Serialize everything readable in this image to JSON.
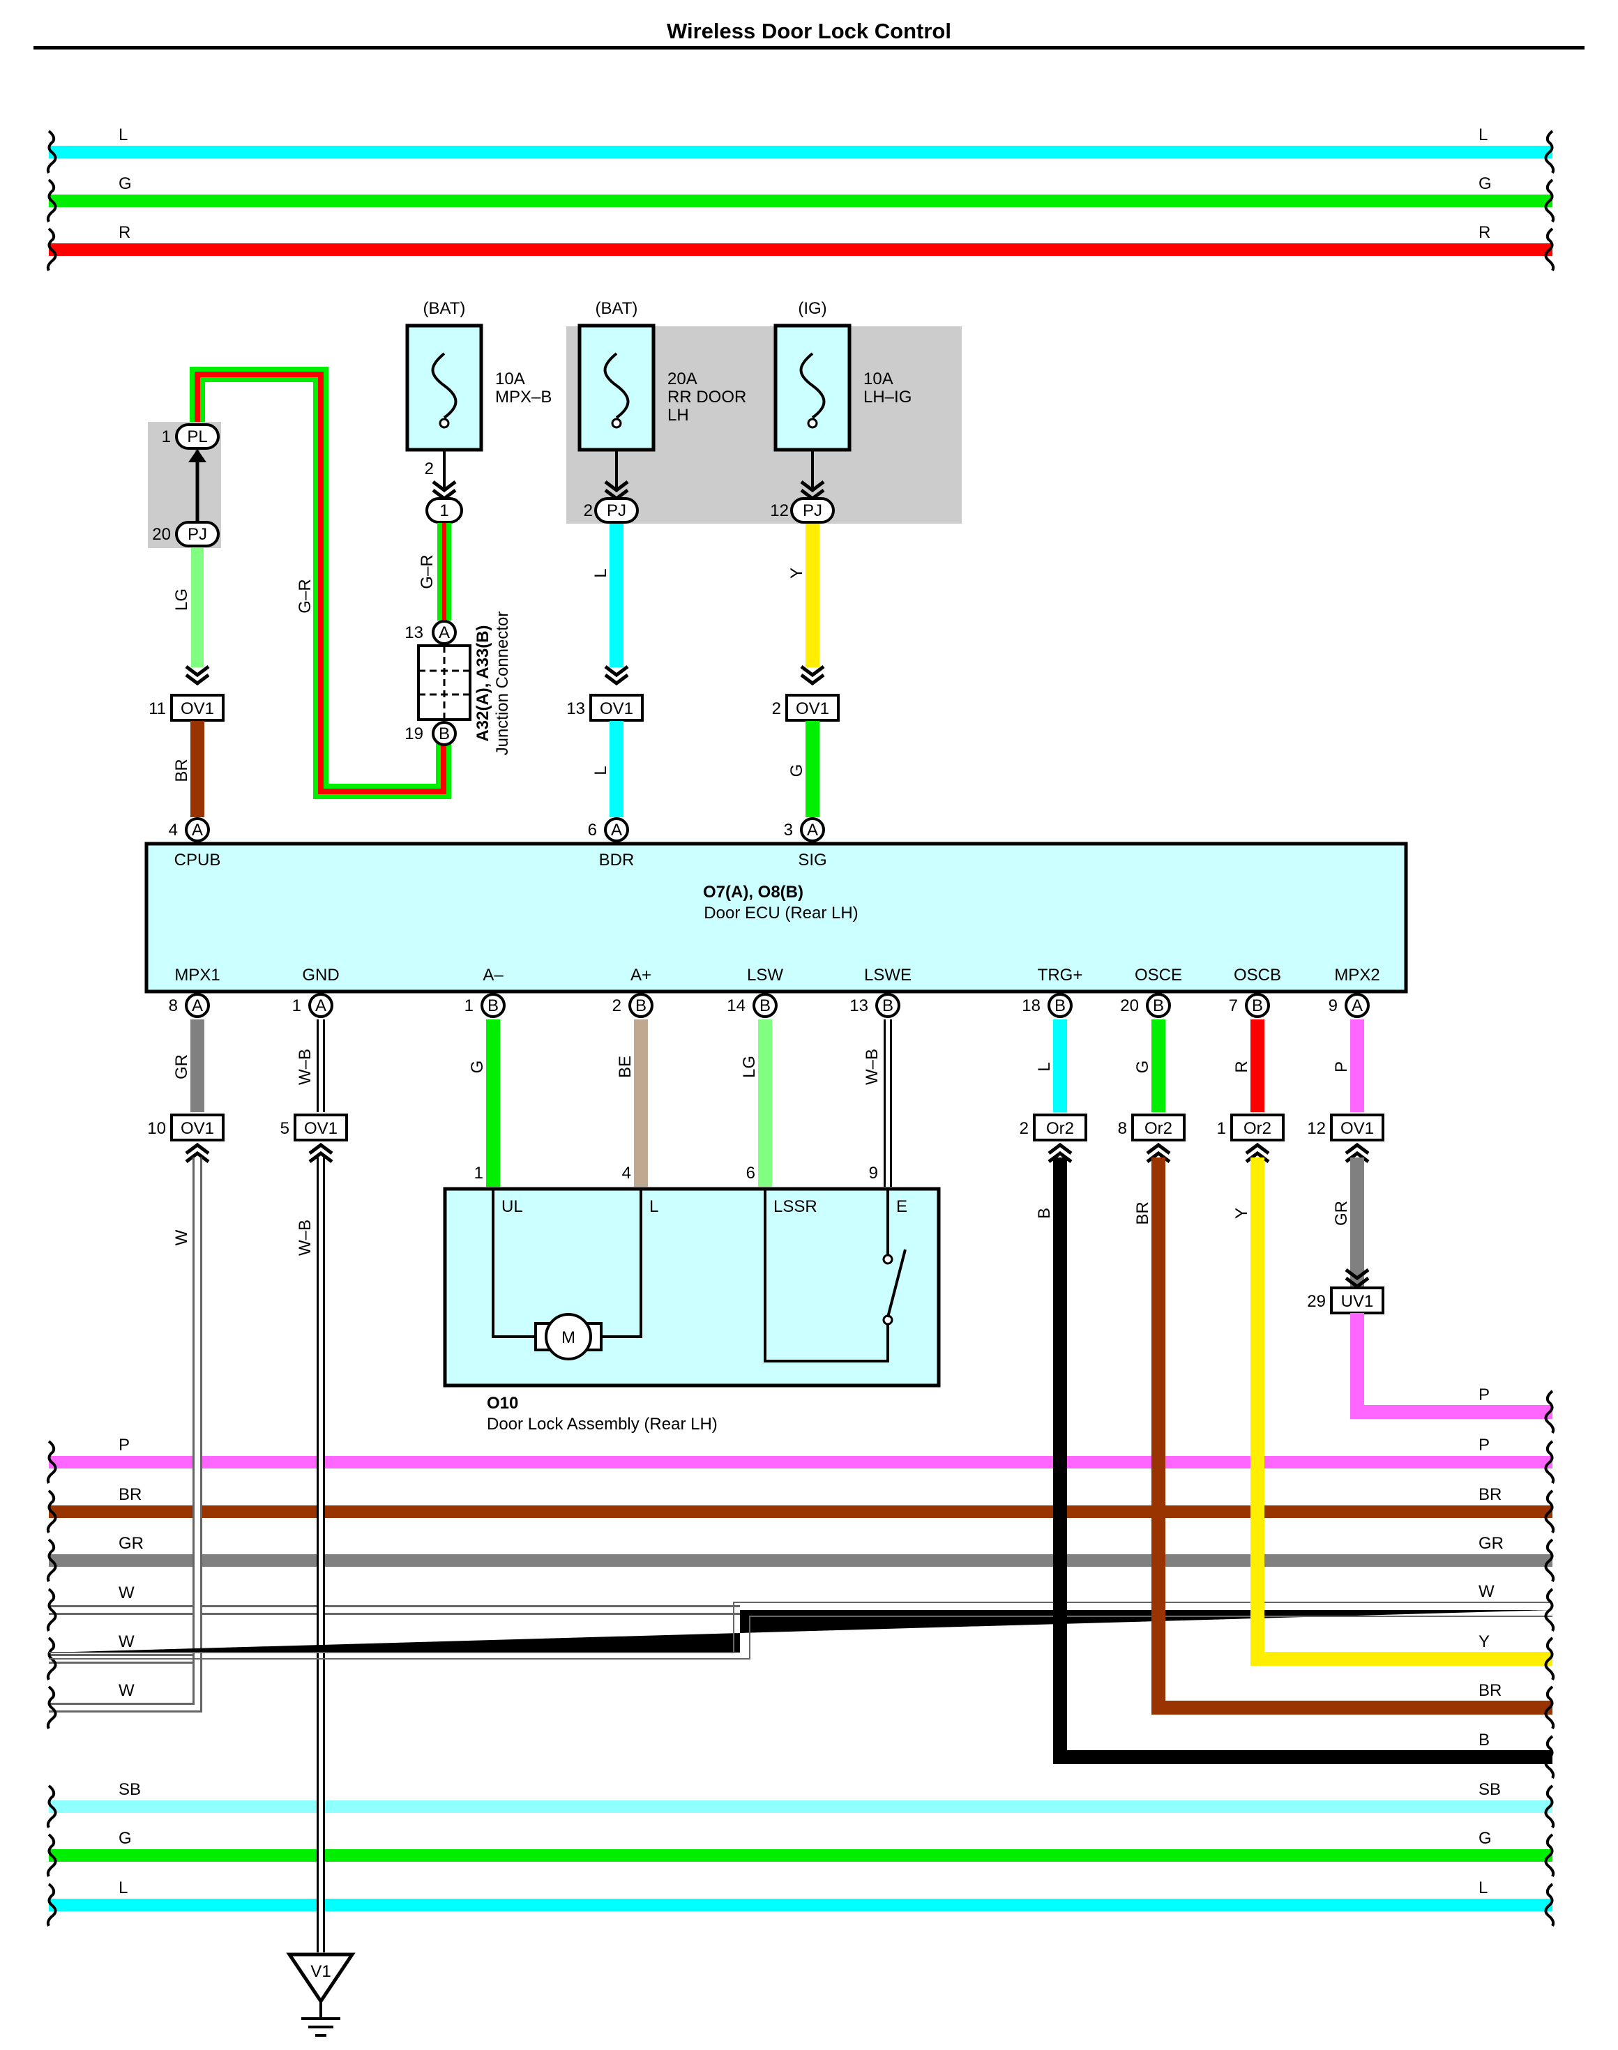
{
  "title": "Wireless Door Lock Control",
  "colors": {
    "L": "#00ffff",
    "G": "#00ee00",
    "R": "#ff0000",
    "LG": "#80ff80",
    "BR": "#993300",
    "Y": "#ffee00",
    "GR": "#808080",
    "P": "#ff66ff",
    "BE": "#bfa890",
    "B": "#000000",
    "W": "#ffffff",
    "SB": "#90ffff",
    "module_fill": "#ccffff",
    "shade": "#cccccc"
  },
  "top_buses": [
    {
      "code": "L",
      "left_label": "L",
      "right_label": "L"
    },
    {
      "code": "G",
      "left_label": "G",
      "right_label": "G"
    },
    {
      "code": "R",
      "left_label": "R",
      "right_label": "R"
    }
  ],
  "fuses": [
    {
      "source": "(BAT)",
      "amp": "10A",
      "name_lines": [
        "MPX–B"
      ],
      "pin": "2",
      "connector": "1"
    },
    {
      "source": "(BAT)",
      "amp": "20A",
      "name_lines": [
        "RR DOOR",
        "LH"
      ],
      "pin": "2",
      "connector": "PJ"
    },
    {
      "source": "(IG)",
      "amp": "10A",
      "name_lines": [
        "LH–IG"
      ],
      "pin": "12",
      "connector": "PJ"
    }
  ],
  "pl_connector": {
    "top_pin": "1",
    "top_code": "PL",
    "bottom_pin": "20",
    "bottom_code": "PJ",
    "wire": "LG"
  },
  "wire_labels": {
    "g_r_loop": "G–R",
    "g_r_fuse": "G–R",
    "rr_door_top": "L",
    "lh_ig_top": "Y",
    "cpub_bottom": "BR",
    "bdr_bottom": "L",
    "sig_bottom": "G"
  },
  "junction": {
    "pin_a": "13",
    "code_a": "A",
    "pin_b": "19",
    "code_b": "B",
    "label_bold": "A32(A), A33(B)",
    "label": "Junction Connector"
  },
  "ov1_top": [
    {
      "pin": "11",
      "code": "OV1"
    },
    {
      "pin": "13",
      "code": "OV1"
    },
    {
      "pin": "2",
      "code": "OV1"
    }
  ],
  "ecu": {
    "name": "O7(A), O8(B)",
    "desc": "Door ECU (Rear LH)",
    "top_terminals": [
      {
        "pin": "4",
        "code": "A",
        "name": "CPUB"
      },
      {
        "pin": "6",
        "code": "A",
        "name": "BDR"
      },
      {
        "pin": "3",
        "code": "A",
        "name": "SIG"
      }
    ],
    "bottom_terminals": [
      {
        "pin": "8",
        "code": "A",
        "name": "MPX1",
        "wire": "GR"
      },
      {
        "pin": "1",
        "code": "A",
        "name": "GND",
        "wire": "W–B"
      },
      {
        "pin": "1",
        "code": "B",
        "name": "A–",
        "wire": "G"
      },
      {
        "pin": "2",
        "code": "B",
        "name": "A+",
        "wire": "BE"
      },
      {
        "pin": "14",
        "code": "B",
        "name": "LSW",
        "wire": "LG"
      },
      {
        "pin": "13",
        "code": "B",
        "name": "LSWE",
        "wire": "W–B"
      },
      {
        "pin": "18",
        "code": "B",
        "name": "TRG+",
        "wire": "L"
      },
      {
        "pin": "20",
        "code": "B",
        "name": "OSCE",
        "wire": "G"
      },
      {
        "pin": "7",
        "code": "B",
        "name": "OSCB",
        "wire": "R"
      },
      {
        "pin": "9",
        "code": "A",
        "name": "MPX2",
        "wire": "P"
      }
    ]
  },
  "lower_connectors": [
    {
      "pin": "10",
      "code": "OV1",
      "wire": "W"
    },
    {
      "pin": "5",
      "code": "OV1",
      "wire": "W–B"
    },
    {
      "pin": "2",
      "code": "Or2",
      "wire": "B"
    },
    {
      "pin": "8",
      "code": "Or2",
      "wire": "BR"
    },
    {
      "pin": "1",
      "code": "Or2",
      "wire": "Y"
    },
    {
      "pin": "12",
      "code": "OV1",
      "wire": "GR"
    }
  ],
  "uv1": {
    "pin": "29",
    "code": "UV1"
  },
  "door_lock": {
    "name": "O10",
    "desc": "Door Lock Assembly (Rear LH)",
    "pins": [
      "1",
      "4",
      "6",
      "9"
    ],
    "terminals": [
      "UL",
      "L",
      "LSSR",
      "E"
    ],
    "motor": "M"
  },
  "ground": "V1",
  "bottom_buses": [
    {
      "code": "P",
      "left_label": "P",
      "right_label": "P"
    },
    {
      "code": "BR",
      "left_label": "BR",
      "right_label": "BR"
    },
    {
      "code": "GR",
      "left_label": "GR",
      "right_label": "GR"
    },
    {
      "code": "W",
      "left_label": "W",
      "right_label": ""
    },
    {
      "code": "W",
      "left_label": "W",
      "right_label": ""
    },
    {
      "code": "SB",
      "left_label": "SB",
      "right_label": "SB"
    },
    {
      "code": "G",
      "left_label": "G",
      "right_label": "G"
    },
    {
      "code": "L",
      "left_label": "L",
      "right_label": "L"
    }
  ],
  "right_labels": {
    "p_top": "P",
    "w_right": "W",
    "y_right": "Y",
    "br_right": "BR",
    "b_right": "B"
  }
}
